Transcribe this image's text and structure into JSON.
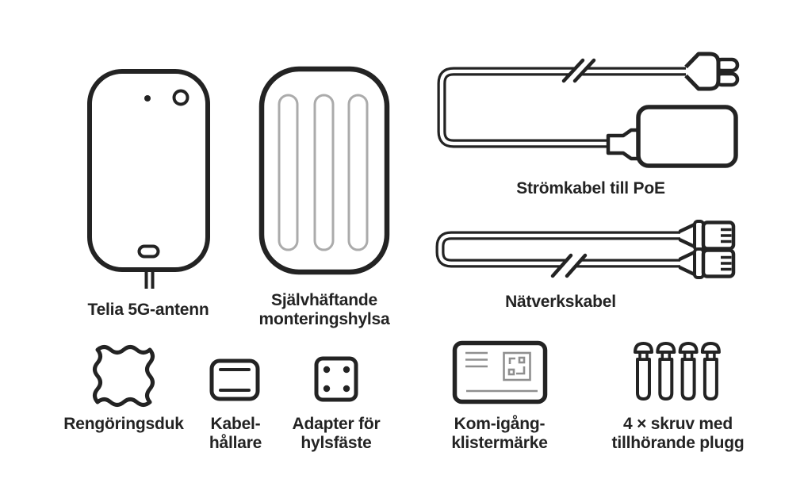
{
  "colors": {
    "background": "#ffffff",
    "line": "#232323",
    "text": "#232323",
    "gray": "#8f8f8f",
    "light_gray": "#ababab"
  },
  "items": {
    "antenna": {
      "label": "Telia 5G-antenn"
    },
    "sleeve": {
      "line1": "Självhäftande",
      "line2": "monteringshylsa"
    },
    "power_cable": {
      "label": "Strömkabel till PoE"
    },
    "network_cable": {
      "label": "Nätverkskabel"
    },
    "cloth": {
      "label": "Rengöringsduk"
    },
    "cable_holder": {
      "line1": "Kabel-",
      "line2": "hållare"
    },
    "adapter": {
      "line1": "Adapter för",
      "line2": "hylsfäste"
    },
    "sticker": {
      "line1": "Kom-igång-",
      "line2": "klistermärke"
    },
    "screws": {
      "line1": "4 × skruv med",
      "line2": "tillhörande plugg"
    }
  }
}
